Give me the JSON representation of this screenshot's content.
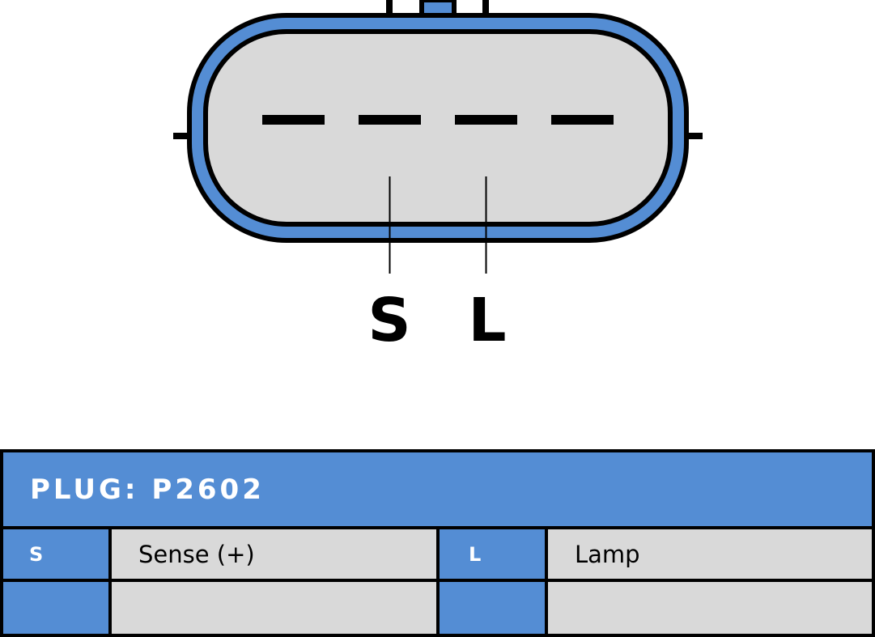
{
  "connector": {
    "name": "alternator-plug-connector",
    "pin_count": 4,
    "labeled_pins": [
      {
        "id": "S",
        "label": "S",
        "pin_index": 2
      },
      {
        "id": "L",
        "label": "L",
        "pin_index": 3
      }
    ],
    "colors": {
      "shell": "#548dd4",
      "body": "#d9d9d9",
      "outline": "#000000",
      "pins": "#000000"
    }
  },
  "table": {
    "title": "PLUG: P2602",
    "header_color": "#548dd4",
    "cell_color": "#d9d9d9",
    "rows": [
      [
        {
          "code": "S",
          "description": "Sense (+)"
        },
        {
          "code": "L",
          "description": "Lamp"
        }
      ],
      [
        {
          "code": "",
          "description": ""
        },
        {
          "code": "",
          "description": ""
        }
      ]
    ]
  }
}
